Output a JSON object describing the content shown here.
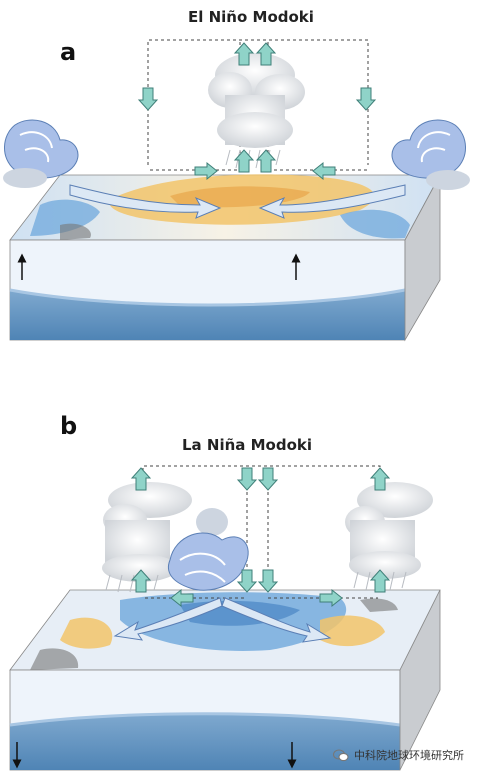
{
  "panels": [
    {
      "letter": "a",
      "title": "El Niño Modoki"
    },
    {
      "letter": "b",
      "title": "La Niña Modoki"
    }
  ],
  "watermark": {
    "text": "中科院地球环境研究所",
    "icon": "wechat-icon"
  },
  "colors": {
    "warm_anomaly": "#f2c46a",
    "cool_anomaly": "#6fa8dc",
    "ocean_upper": "#eef4fb",
    "ocean_deep": "#5b8fbd",
    "box_side": "#c9ccd0",
    "arrow_fill": "#8fd3c8",
    "wind_face": "#a9bfe8"
  }
}
